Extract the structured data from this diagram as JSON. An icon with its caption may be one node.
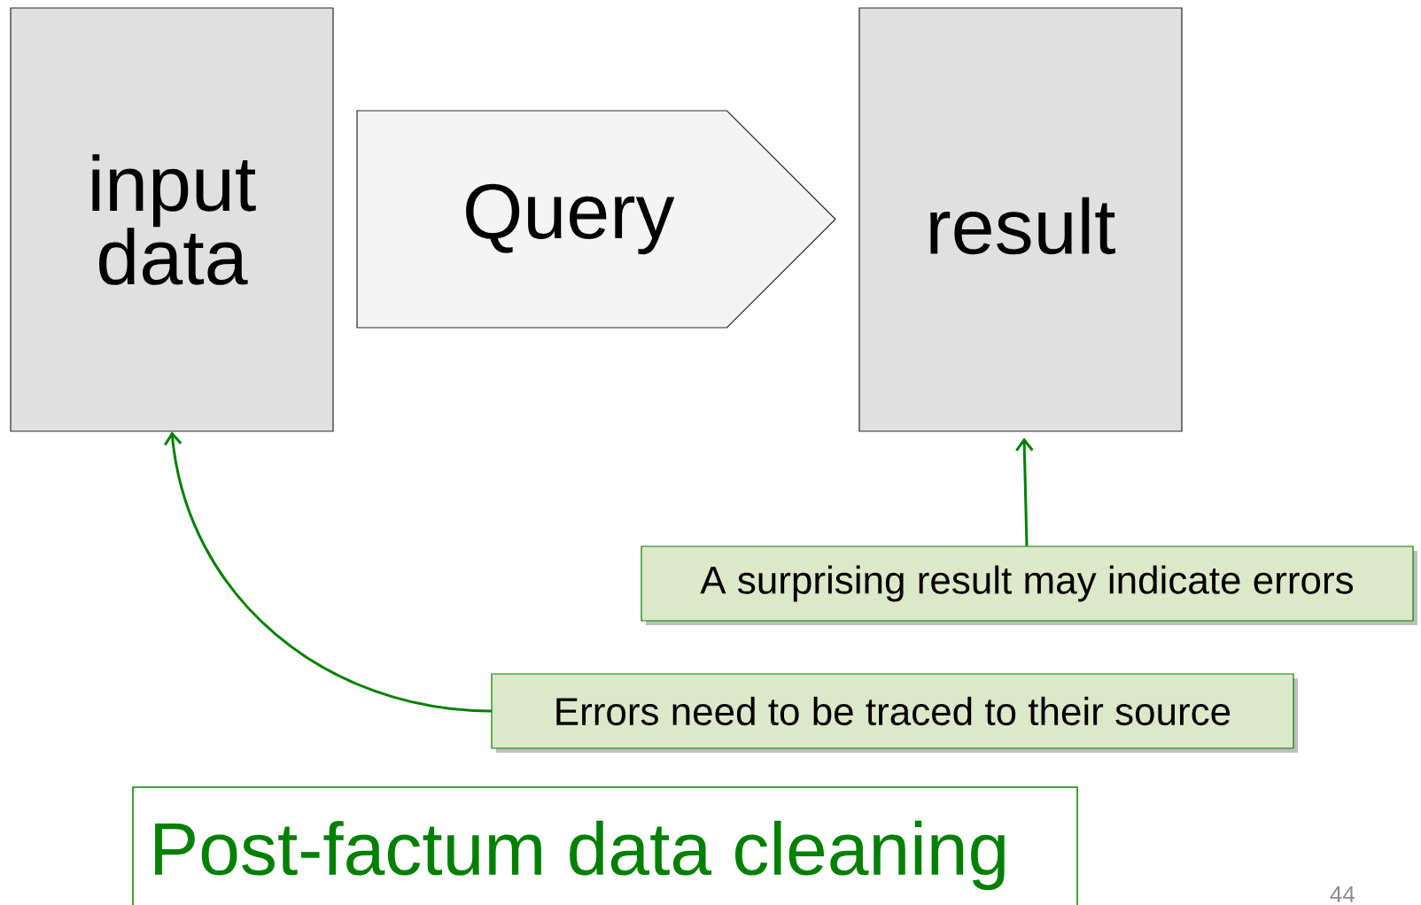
{
  "diagram": {
    "title": "Post-factum data cleaning",
    "nodes": [
      {
        "text": [
          "input data"
        ]
      },
      {
        "text": [
          "Query"
        ]
      },
      {
        "text": [
          "result"
        ]
      },
      {
        "text": [
          "A surprising result may indicate errors"
        ]
      },
      {
        "text": [
          "Errors need to be traced to their source"
        ]
      }
    ],
    "edges": [
      {
        "from": 3,
        "to": 2,
        "arrow": "to"
      },
      {
        "from": 4,
        "to": 0,
        "arrow": "to"
      }
    ],
    "labels": [
      "44"
    ]
  }
}
